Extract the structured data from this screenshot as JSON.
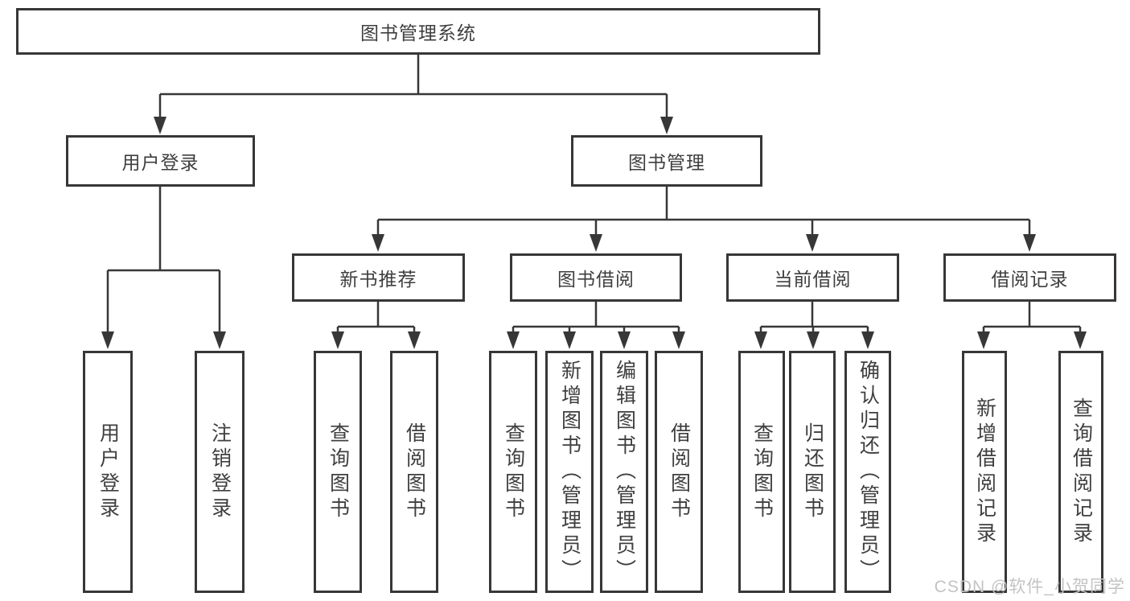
{
  "diagram": {
    "type": "tree",
    "title": "图书管理系统"
  },
  "nodes": {
    "root": "图书管理系统",
    "user_login": "用户登录",
    "book_management": "图书管理",
    "new_book_recommend": "新书推荐",
    "book_borrow": "图书借阅",
    "current_borrow": "当前借阅",
    "borrow_record": "借阅记录",
    "leaf_user_login": "用户登录",
    "leaf_logout_login": "注销登录",
    "leaf_rec_query_book": "查询图书",
    "leaf_rec_borrow_book": "借阅图书",
    "leaf_bb_query_book": "查询图书",
    "leaf_bb_add_book": "新增图书（管理员）",
    "leaf_bb_edit_book": "编辑图书（管理员）",
    "leaf_bb_borrow_book": "借阅图书",
    "leaf_cb_query_book": "查询图书",
    "leaf_cb_return_book": "归还图书",
    "leaf_cb_confirm_return": "确认归还（管理员）",
    "leaf_br_add_record": "新增借阅记录",
    "leaf_br_query_record": "查询借阅记录"
  },
  "watermark": "CSDN @软件_小贺同学",
  "colors": {
    "line": "#373737",
    "text": "#3f3f3f",
    "background": "#ffffff",
    "watermark": "#c3c3c3"
  }
}
